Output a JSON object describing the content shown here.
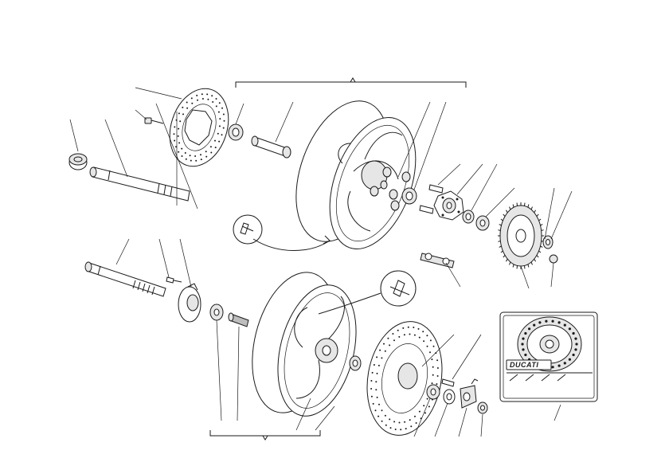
{
  "diagram": {
    "type": "exploded-parts-drawing",
    "subject": "wheels",
    "decal_text": "DUCATI",
    "colors": {
      "line": "#1a1a1a",
      "background": "#ffffff",
      "part_fill": "#e6e6e6"
    }
  }
}
